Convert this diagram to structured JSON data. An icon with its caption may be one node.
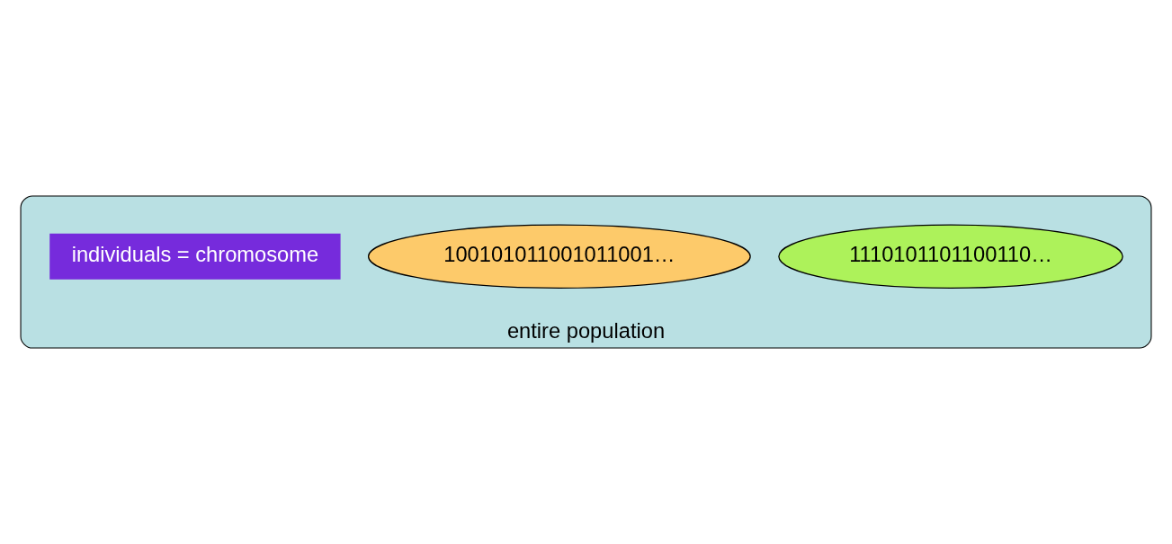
{
  "diagram": {
    "nodes": [
      {
        "text": [
          "entire population"
        ]
      },
      {
        "text": [
          "1110101101100110…"
        ],
        "in": 0
      },
      {
        "text": [
          "100101011001011001…"
        ],
        "in": 0
      },
      {
        "text": [
          "individuals = chromosome"
        ],
        "in": 0
      }
    ],
    "edges": []
  }
}
